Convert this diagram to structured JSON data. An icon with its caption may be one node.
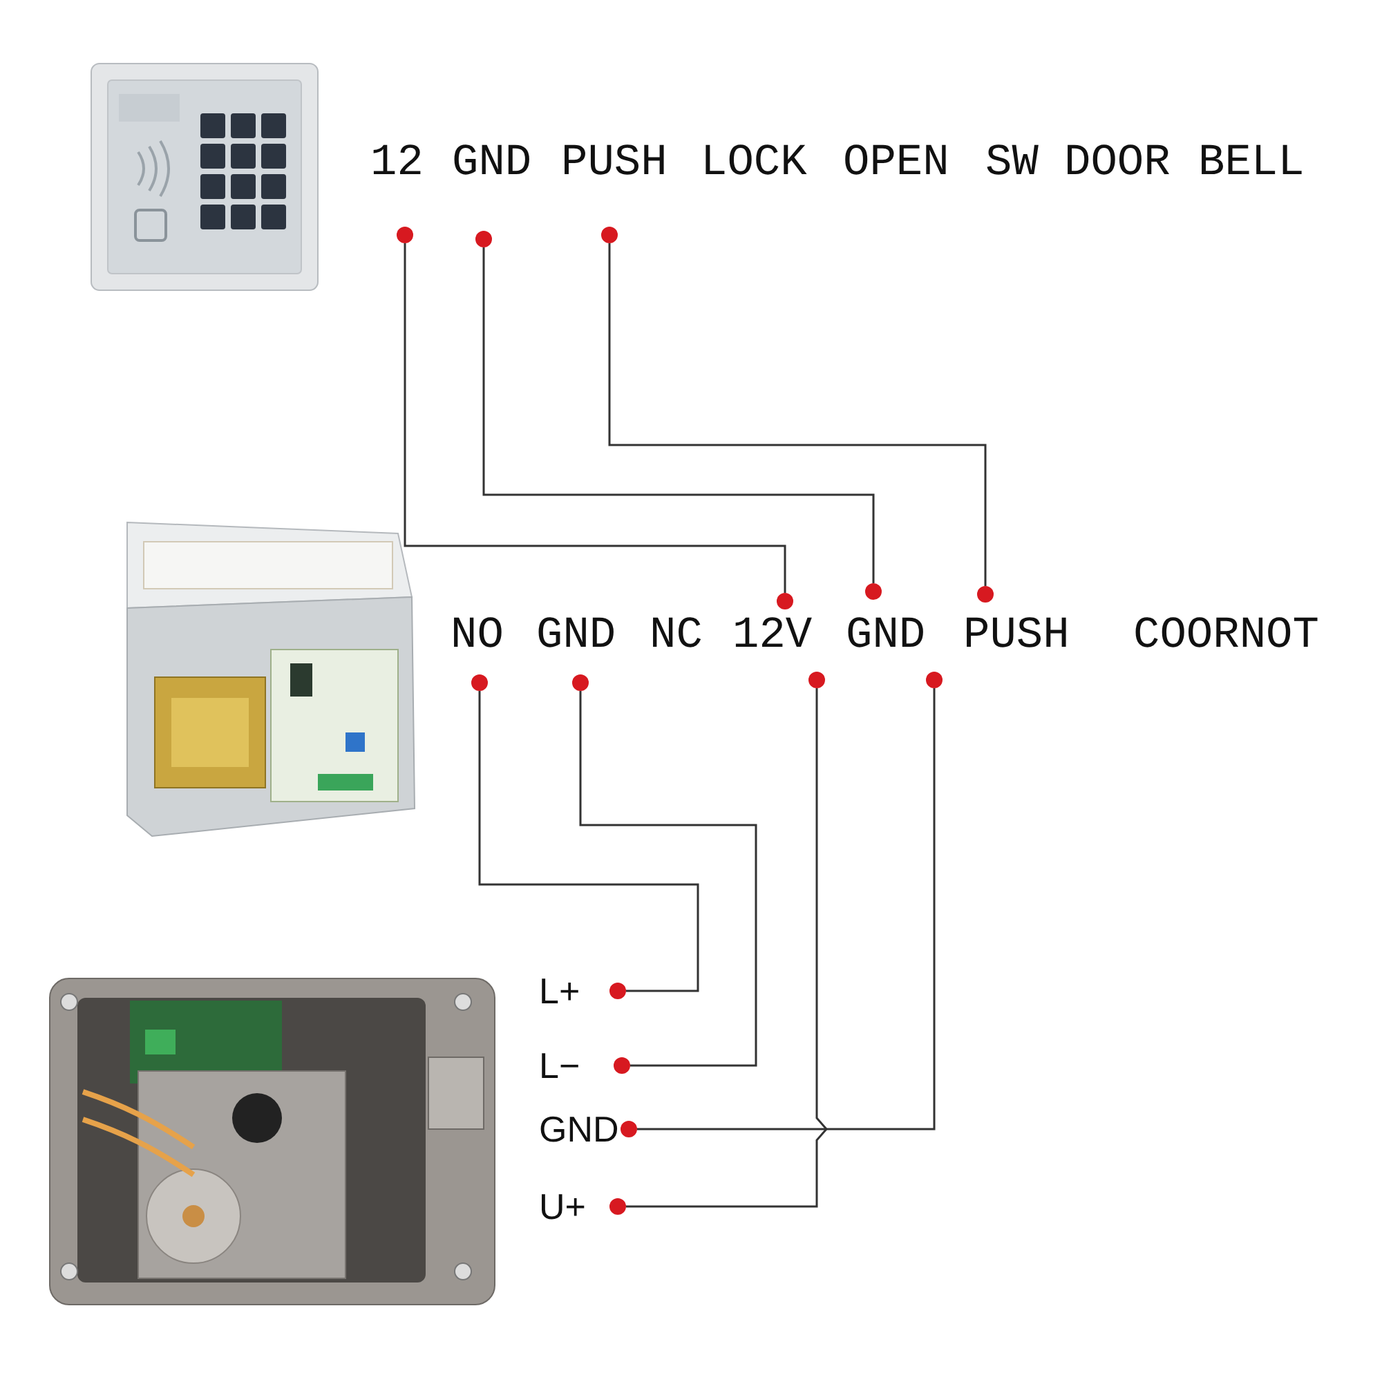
{
  "diagram": {
    "nodes": [
      {
        "text": [
          "12"
        ]
      },
      {
        "text": [
          "GND"
        ]
      },
      {
        "text": [
          "PUSH"
        ]
      },
      {
        "text": [
          "NO"
        ]
      },
      {
        "text": [
          "GND"
        ]
      },
      {
        "text": [
          "12V"
        ]
      },
      {
        "text": [
          "GND"
        ]
      },
      {
        "text": [
          "PUSH"
        ]
      },
      {
        "text": [
          "L+"
        ]
      },
      {
        "text": [
          "L−"
        ]
      },
      {
        "text": [
          "GND"
        ]
      },
      {
        "text": [
          "U+"
        ]
      }
    ],
    "edges": [
      {
        "from": 0,
        "to": 5,
        "arrow": "none"
      },
      {
        "from": 1,
        "to": 6,
        "arrow": "none"
      },
      {
        "from": 2,
        "to": 7,
        "arrow": "none"
      },
      {
        "from": 3,
        "to": 8,
        "arrow": "none"
      },
      {
        "from": 4,
        "to": 9,
        "arrow": "none"
      },
      {
        "from": 5,
        "to": 11,
        "arrow": "none"
      },
      {
        "from": 6,
        "to": 10,
        "arrow": "none"
      }
    ],
    "labels": [
      "LOCK",
      "OPEN",
      "SW",
      "DOOR",
      "BELL",
      "NC",
      "COORNOT"
    ]
  }
}
